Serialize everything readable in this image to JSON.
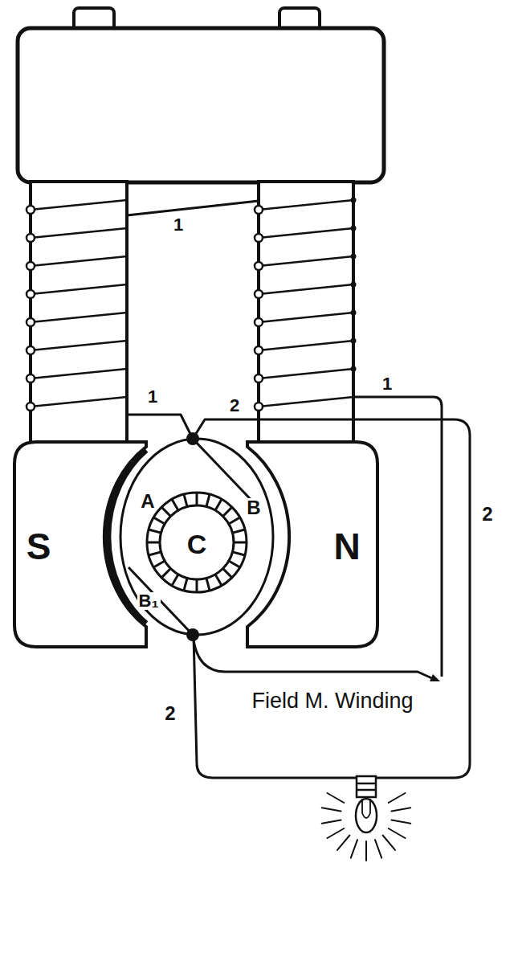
{
  "diagram": {
    "nodes": [
      {
        "text": [
          "S"
        ]
      },
      {
        "text": [
          "C"
        ]
      },
      {
        "text": [
          "N"
        ]
      }
    ],
    "labels": [
      "1",
      "1",
      "2",
      "1",
      "A",
      "B",
      "B₁",
      "2",
      "2",
      "Field M. Winding"
    ]
  }
}
